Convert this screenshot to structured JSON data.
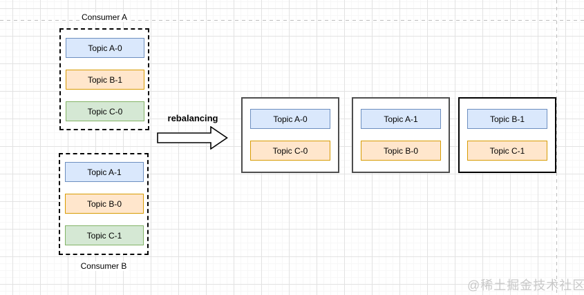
{
  "page": {
    "watermark": "@稀土掘金技术社区"
  },
  "palette": {
    "blue_fill": "#dae8fc",
    "blue_stroke": "#6c8ebf",
    "orange_fill": "#ffe6cc",
    "orange_stroke": "#d79b00",
    "green_fill": "#d5e8d4",
    "green_stroke": "#82b366"
  },
  "transition": {
    "label": "rebalancing"
  },
  "before": {
    "consumer_a": {
      "label": "Consumer A",
      "topics": [
        {
          "label": "Topic A-0",
          "color": "blue"
        },
        {
          "label": "Topic B-1",
          "color": "orange"
        },
        {
          "label": "Topic C-0",
          "color": "green"
        }
      ]
    },
    "consumer_b": {
      "label": "Consumer B",
      "topics": [
        {
          "label": "Topic A-1",
          "color": "blue"
        },
        {
          "label": "Topic B-0",
          "color": "orange"
        },
        {
          "label": "Topic C-1",
          "color": "green"
        }
      ]
    }
  },
  "after": {
    "consumers": [
      {
        "topics": [
          {
            "label": "Topic A-0",
            "color": "blue"
          },
          {
            "label": "Topic C-0",
            "color": "orange"
          }
        ]
      },
      {
        "topics": [
          {
            "label": "Topic A-1",
            "color": "blue"
          },
          {
            "label": "Topic B-0",
            "color": "orange"
          }
        ]
      },
      {
        "topics": [
          {
            "label": "Topic B-1",
            "color": "blue"
          },
          {
            "label": "Topic C-1",
            "color": "orange"
          }
        ]
      }
    ]
  }
}
